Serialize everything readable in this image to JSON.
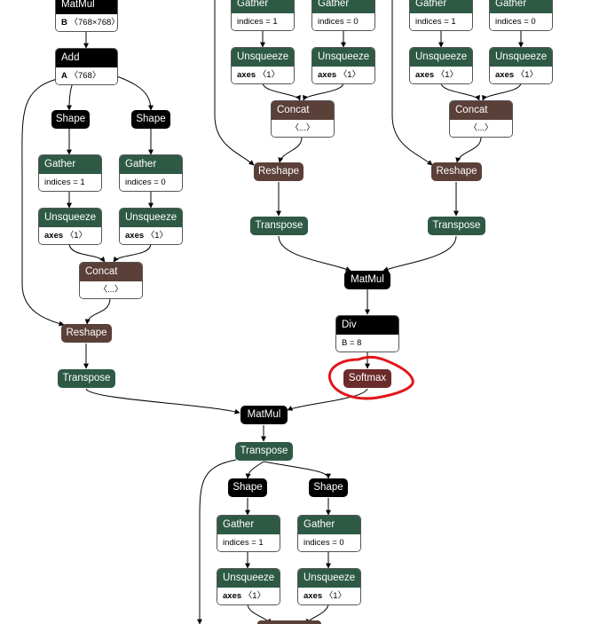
{
  "nodes": {
    "matmul_top": {
      "label": "MatMul",
      "attr_name": "B",
      "attr_value": "〈768×768〉",
      "kind": "black"
    },
    "add": {
      "label": "Add",
      "attr_name": "A",
      "attr_value": "〈768〉",
      "kind": "black"
    },
    "shape_l1": {
      "label": "Shape",
      "kind": "black"
    },
    "shape_l2": {
      "label": "Shape",
      "kind": "black"
    },
    "gather_l1": {
      "label": "Gather",
      "attr_name": "",
      "attr_value": "indices = 1",
      "kind": "green"
    },
    "gather_l2": {
      "label": "Gather",
      "attr_name": "",
      "attr_value": "indices = 0",
      "kind": "green"
    },
    "unsq_l1": {
      "label": "Unsqueeze",
      "attr_name": "axes",
      "attr_value": "〈1〉",
      "kind": "green"
    },
    "unsq_l2": {
      "label": "Unsqueeze",
      "attr_name": "axes",
      "attr_value": "〈1〉",
      "kind": "green"
    },
    "concat_l": {
      "label": "Concat",
      "attr_value": "〈...〉",
      "kind": "brown"
    },
    "reshape_l": {
      "label": "Reshape",
      "kind": "brown"
    },
    "transpose_l": {
      "label": "Transpose",
      "kind": "green"
    },
    "gather_m1": {
      "label": "Gather",
      "attr_name": "",
      "attr_value": "indices = 1",
      "kind": "green"
    },
    "gather_m2": {
      "label": "Gather",
      "attr_name": "",
      "attr_value": "indices = 0",
      "kind": "green"
    },
    "unsq_m1": {
      "label": "Unsqueeze",
      "attr_name": "axes",
      "attr_value": "〈1〉",
      "kind": "green"
    },
    "unsq_m2": {
      "label": "Unsqueeze",
      "attr_name": "axes",
      "attr_value": "〈1〉",
      "kind": "green"
    },
    "concat_m": {
      "label": "Concat",
      "attr_value": "〈...〉",
      "kind": "brown"
    },
    "reshape_m": {
      "label": "Reshape",
      "kind": "brown"
    },
    "transpose_m": {
      "label": "Transpose",
      "kind": "green"
    },
    "gather_r1": {
      "label": "Gather",
      "attr_name": "",
      "attr_value": "indices = 1",
      "kind": "green"
    },
    "gather_r2": {
      "label": "Gather",
      "attr_name": "",
      "attr_value": "indices = 0",
      "kind": "green"
    },
    "unsq_r1": {
      "label": "Unsqueeze",
      "attr_name": "axes",
      "attr_value": "〈1〉",
      "kind": "green"
    },
    "unsq_r2": {
      "label": "Unsqueeze",
      "attr_name": "axes",
      "attr_value": "〈1〉",
      "kind": "green"
    },
    "concat_r": {
      "label": "Concat",
      "attr_value": "〈...〉",
      "kind": "brown"
    },
    "reshape_r": {
      "label": "Reshape",
      "kind": "brown"
    },
    "transpose_r": {
      "label": "Transpose",
      "kind": "green"
    },
    "matmul_mid": {
      "label": "MatMul",
      "kind": "black"
    },
    "div": {
      "label": "Div",
      "attr_name": "",
      "attr_value": "B = 8",
      "kind": "black"
    },
    "softmax": {
      "label": "Softmax",
      "kind": "red"
    },
    "matmul_out": {
      "label": "MatMul",
      "kind": "black"
    },
    "transpose_out": {
      "label": "Transpose",
      "kind": "green"
    },
    "shape_b1": {
      "label": "Shape",
      "kind": "black"
    },
    "shape_b2": {
      "label": "Shape",
      "kind": "black"
    },
    "gather_b1": {
      "label": "Gather",
      "attr_name": "",
      "attr_value": "indices = 1",
      "kind": "green"
    },
    "gather_b2": {
      "label": "Gather",
      "attr_name": "",
      "attr_value": "indices = 0",
      "kind": "green"
    },
    "unsq_b1": {
      "label": "Unsqueeze",
      "attr_name": "axes",
      "attr_value": "〈1〉",
      "kind": "green"
    },
    "unsq_b2": {
      "label": "Unsqueeze",
      "attr_name": "axes",
      "attr_value": "〈1〉",
      "kind": "green"
    }
  },
  "colors": {
    "black": "#000000",
    "green": "#2e5a45",
    "brown": "#5b3f39",
    "red": "#6b2b2b",
    "edge": "#000000",
    "highlight": "#e0161b"
  },
  "highlight": {
    "target": "softmax",
    "shape": "hand-drawn ellipse"
  }
}
